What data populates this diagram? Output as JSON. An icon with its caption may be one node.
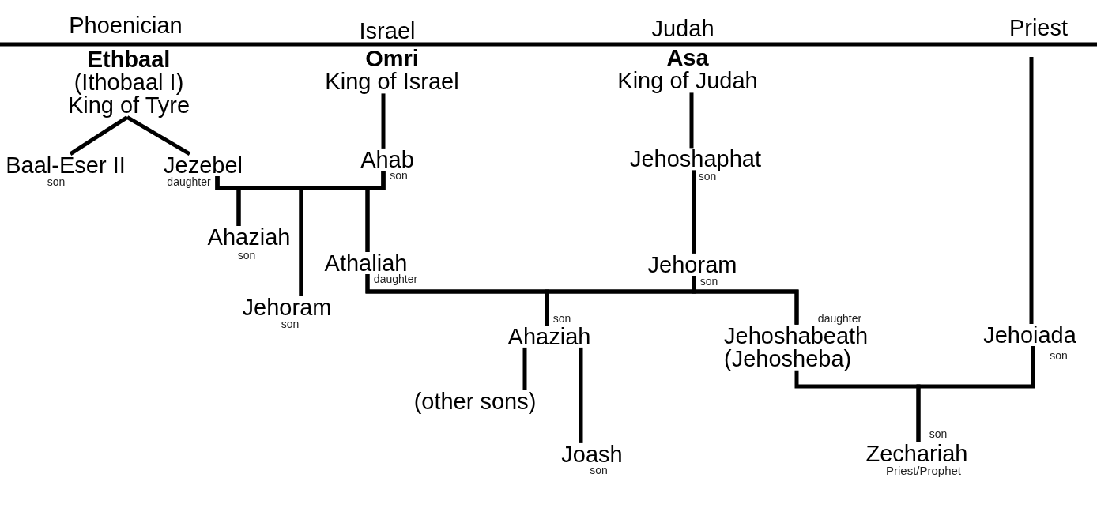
{
  "diagram": {
    "nodes": [
      {
        "text": [
          "Ethbaal",
          "(Ithobaal I) King of Tyre"
        ]
      },
      {
        "text": [
          "Omri",
          "King of Israel"
        ]
      },
      {
        "text": [
          "Asa",
          "King of Judah"
        ]
      },
      {
        "text": [
          "Baal-Eser II"
        ],
        "beside": [
          "son"
        ]
      },
      {
        "text": [
          "Jezebel"
        ],
        "beside": [
          "daughter"
        ]
      },
      {
        "text": [
          "Ahab"
        ],
        "beside": [
          "son"
        ]
      },
      {
        "text": [
          "Jehoshaphat"
        ],
        "beside": [
          "son"
        ]
      },
      {
        "text": [
          "Ahaziah"
        ],
        "beside": [
          "son"
        ]
      },
      {
        "text": [
          "Athaliah"
        ],
        "beside": [
          "daughter"
        ]
      },
      {
        "text": [
          "Jehoram"
        ],
        "beside": [
          "son"
        ]
      },
      {
        "text": [
          "Jehoram"
        ],
        "beside": [
          "son"
        ]
      },
      {
        "text": [
          "Ahaziah"
        ],
        "beside": [
          "son"
        ]
      },
      {
        "text": [
          "Jehoshabeath (Jehosheba)"
        ],
        "beside": [
          "daughter"
        ]
      },
      {
        "text": [
          "Jehoiada"
        ],
        "beside": [
          "son"
        ]
      },
      {
        "text": [
          "(other sons)"
        ]
      },
      {
        "text": [
          "Joash"
        ],
        "beside": [
          "son"
        ]
      },
      {
        "text": [
          "Zechariah"
        ],
        "beside": [
          "son",
          "Priest/Prophet"
        ]
      }
    ],
    "edges": [
      {
        "from": 0,
        "to": 3,
        "arrow": "none"
      },
      {
        "from": 0,
        "to": 4,
        "arrow": "none"
      },
      {
        "from": 1,
        "to": 5,
        "arrow": "none"
      },
      {
        "from": 2,
        "to": 6,
        "arrow": "none"
      },
      {
        "from": 4,
        "to": 7,
        "arrow": "none"
      },
      {
        "from": 5,
        "to": 7,
        "arrow": "none"
      },
      {
        "from": 4,
        "to": 10,
        "arrow": "none"
      },
      {
        "from": 5,
        "to": 10,
        "arrow": "none"
      },
      {
        "from": 4,
        "to": 8,
        "arrow": "none"
      },
      {
        "from": 5,
        "to": 8,
        "arrow": "none"
      },
      {
        "from": 6,
        "to": 9,
        "arrow": "none"
      },
      {
        "from": 8,
        "to": 11,
        "arrow": "none"
      },
      {
        "from": 9,
        "to": 11,
        "arrow": "none"
      },
      {
        "from": 8,
        "to": 12,
        "arrow": "none"
      },
      {
        "from": 9,
        "to": 12,
        "arrow": "none"
      },
      {
        "from": 11,
        "to": 14,
        "arrow": "none"
      },
      {
        "from": 11,
        "to": 15,
        "arrow": "none"
      },
      {
        "from": 12,
        "to": 16,
        "arrow": "none"
      },
      {
        "from": 13,
        "to": 16,
        "arrow": "none"
      },
      {
        "from": null,
        "to": 13,
        "arrow": "none"
      }
    ],
    "labels": [
      "Phoenician",
      "Israel",
      "Judah",
      "Priest"
    ]
  }
}
